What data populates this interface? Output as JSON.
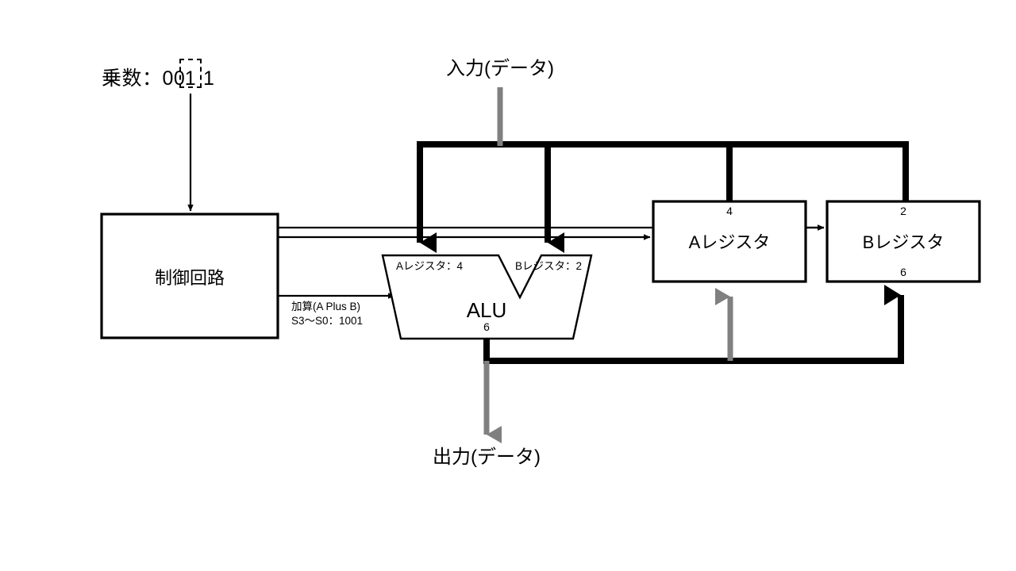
{
  "diagram": {
    "title_text": "乗数：0011",
    "multiplier": {
      "label": "乗数：00",
      "highlighted_bit": "1",
      "trailing_bits": "1"
    },
    "io": {
      "input_label": "入力(データ)",
      "output_label": "出力(データ)"
    },
    "blocks": {
      "control": {
        "name": "制御回路"
      },
      "alu": {
        "name": "ALU",
        "port_a": "Aレジスタ：4",
        "port_b": "Bレジスタ：2",
        "out_width": "6"
      },
      "reg_a": {
        "name": "Aレジスタ",
        "top_width": "4"
      },
      "reg_b": {
        "name": "Bレジスタ",
        "top_width": "2",
        "bottom_width": "6"
      }
    },
    "control_signal": {
      "line1": "加算(A Plus B)",
      "line2": "S3〜S0：1001"
    },
    "colors": {
      "line": "#000000",
      "data_arrow": "#808080",
      "background": "#ffffff"
    }
  }
}
